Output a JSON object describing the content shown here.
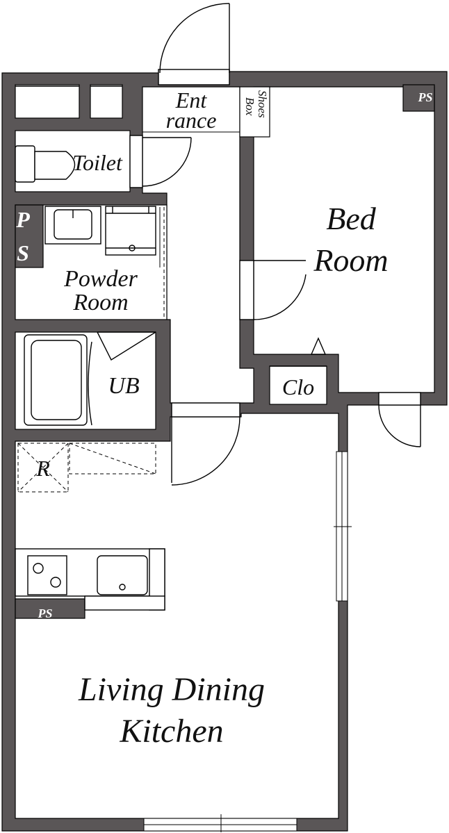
{
  "rooms": {
    "entrance": [
      "Ent",
      "rance"
    ],
    "shoes_box": [
      "Shoes",
      "Box"
    ],
    "toilet": "Toilet",
    "bed_room": [
      "Bed",
      "Room"
    ],
    "ps_bedroom": "PS",
    "ps_side": [
      "P",
      "S"
    ],
    "powder_room": [
      "Powder",
      "Room"
    ],
    "unit_bath": "UB",
    "closet": "Clo",
    "refrigerator": "R",
    "ps_kitchen": "PS",
    "ldk": [
      "Living Dining",
      "Kitchen"
    ]
  }
}
